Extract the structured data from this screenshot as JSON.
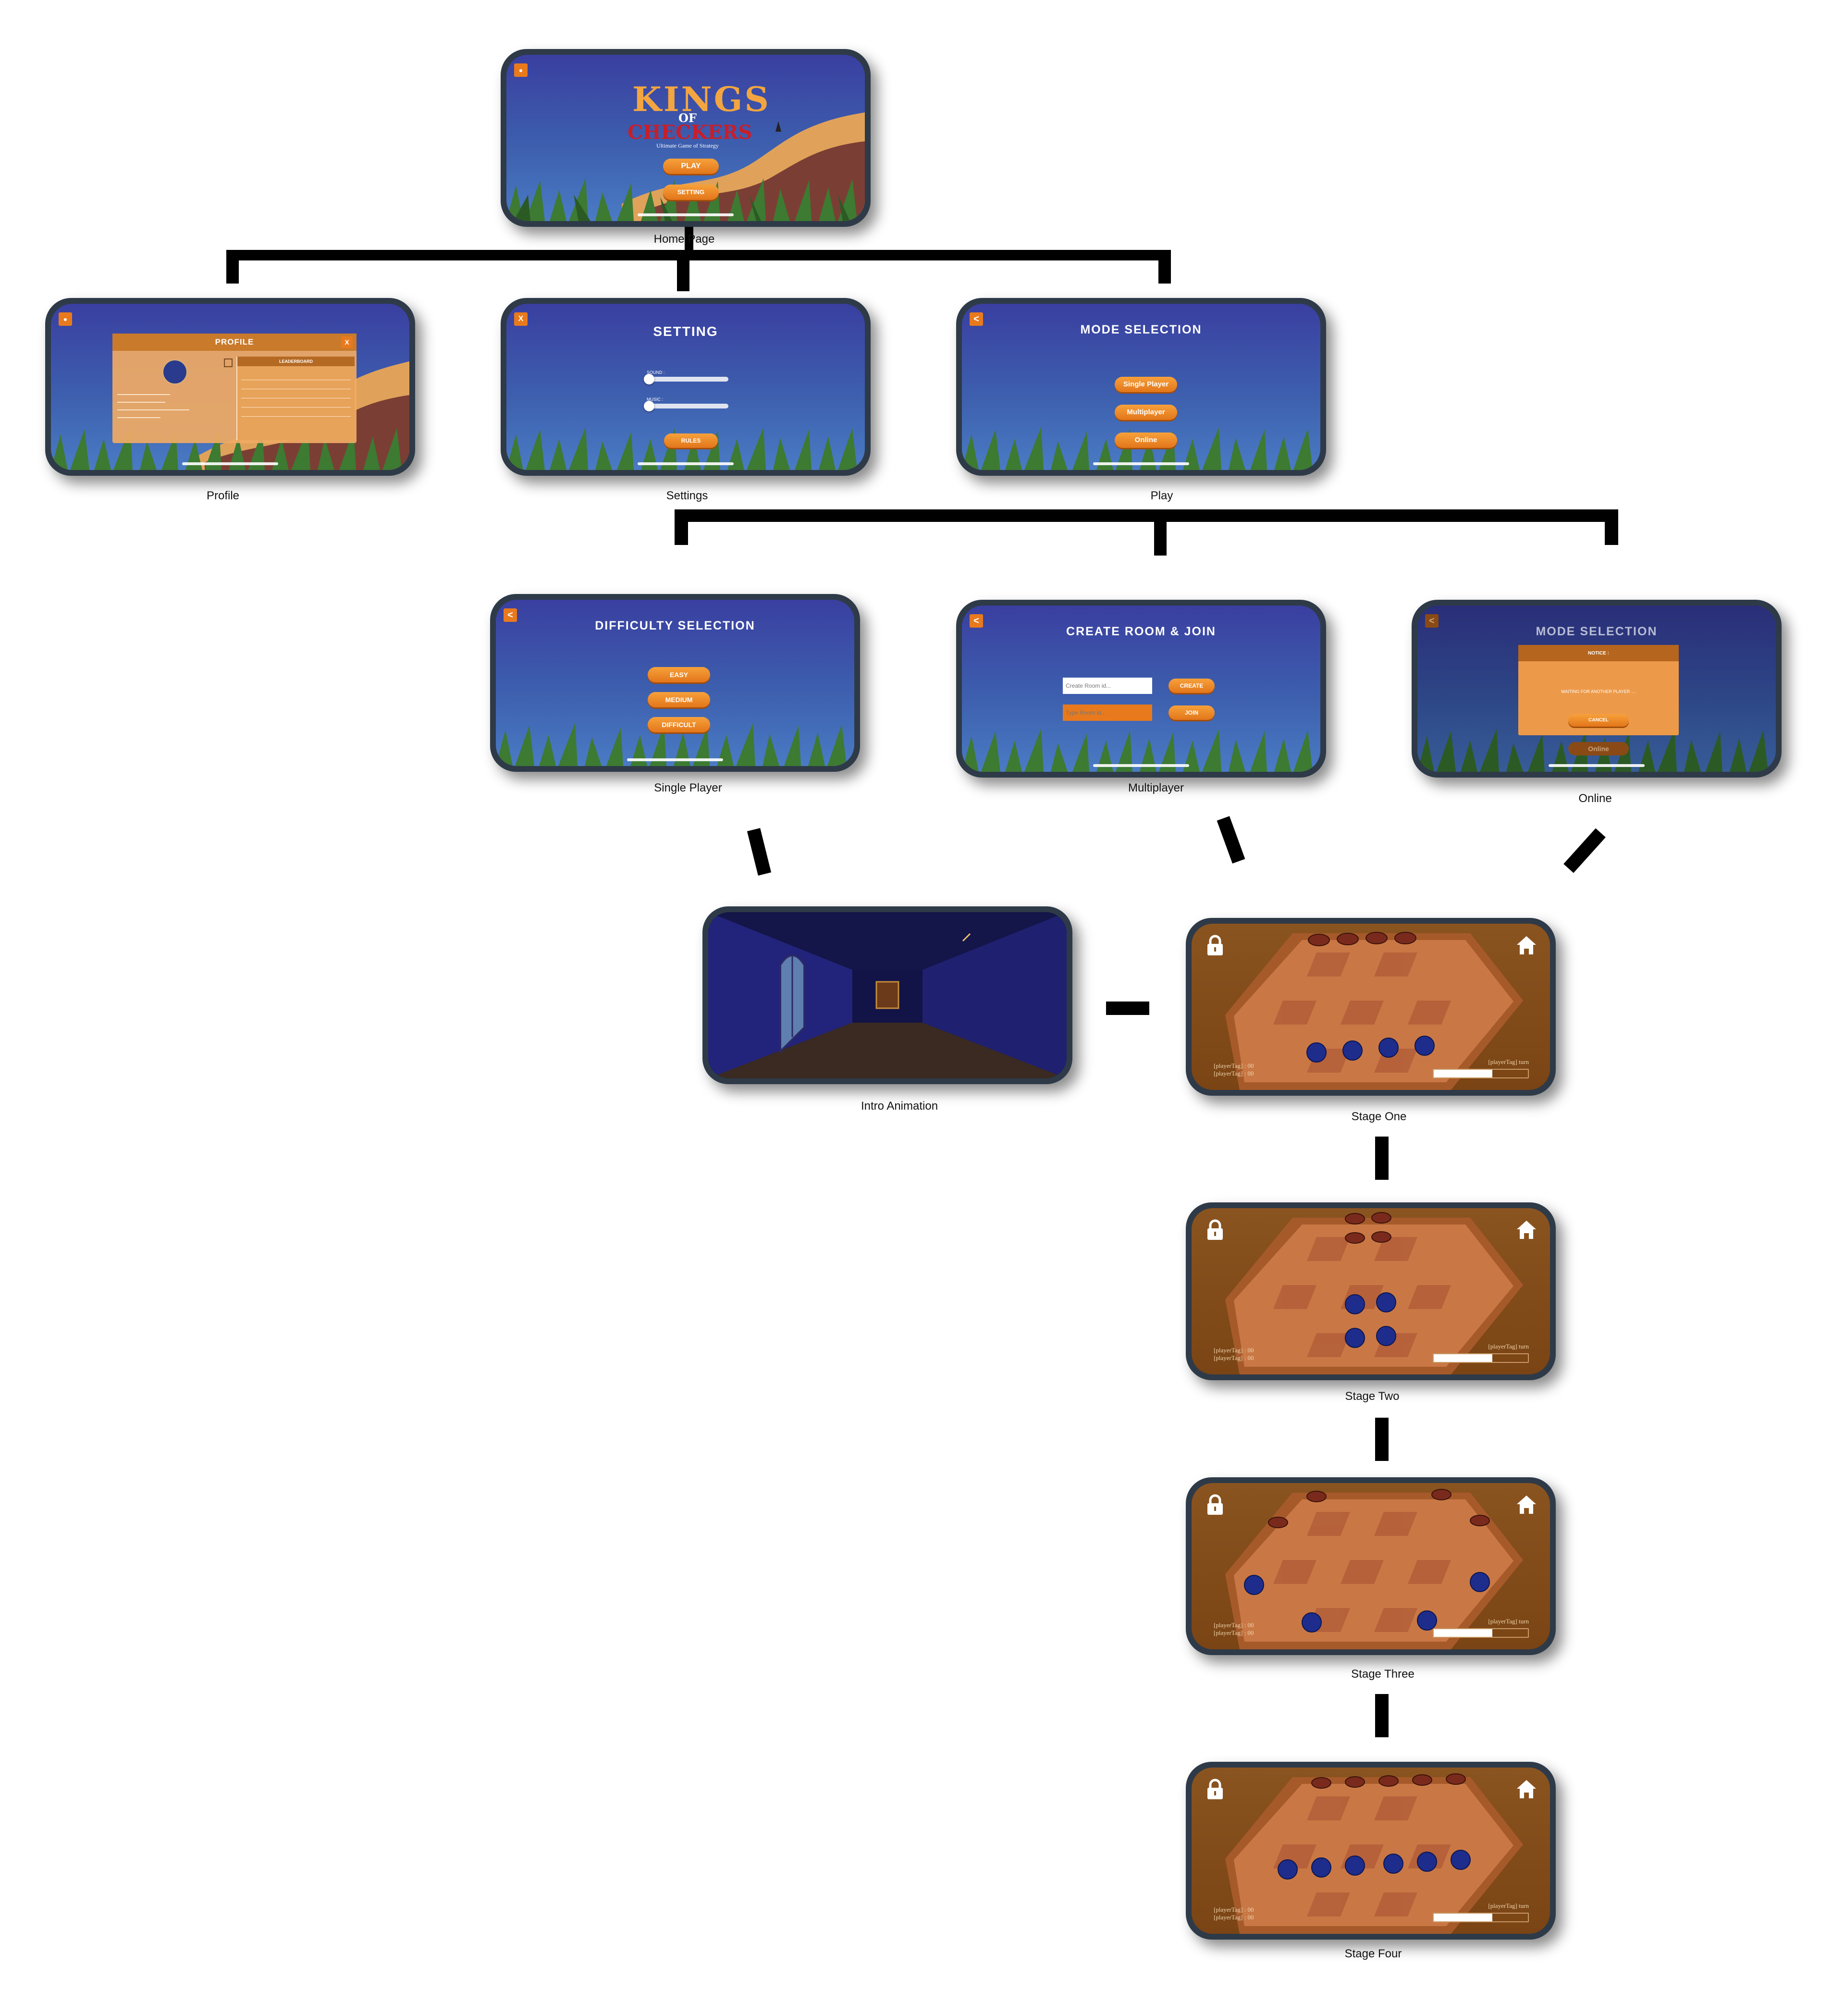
{
  "screens": {
    "home": {
      "caption": "Home Page",
      "logo_line1": "KINGS",
      "logo_line2": "OF",
      "logo_line3": "CHECKERS",
      "tagline": "Ultimate Game of Strategy",
      "play_label": "PLAY",
      "setting_label": "SETTING"
    },
    "profile": {
      "caption": "Profile",
      "title": "PROFILE",
      "close_label": "X",
      "leaderboard_label": "LEADERBOARD"
    },
    "settings": {
      "caption": "Settings",
      "title": "SETTING",
      "close_label": "X",
      "sound_label": "SOUND :",
      "music_label": "MUSIC :",
      "rules_label": "RULES"
    },
    "play": {
      "caption": "Play",
      "title": "MODE SELECTION",
      "back_label": "<",
      "single_label": "Single Player",
      "multi_label": "Multiplayer",
      "online_label": "Online"
    },
    "single": {
      "caption": "Single Player",
      "title": "DIFFICULTY SELECTION",
      "back_label": "<",
      "easy_label": "EASY",
      "medium_label": "MEDIUM",
      "difficult_label": "DIFFICULT"
    },
    "multi": {
      "caption": "Multiplayer",
      "title": "CREATE ROOM & JOIN",
      "back_label": "<",
      "create_placeholder": "Create Room id...",
      "join_placeholder": "Type Room id...",
      "create_label": "CREATE",
      "join_label": "JOIN"
    },
    "online": {
      "caption": "Online",
      "title": "MODE SELECTION",
      "back_label": "<",
      "notice_title": "NOTICE :",
      "notice_text": "WAITING FOR ANOTHER PLAYER ....",
      "cancel_label": "CANCEL",
      "online_label": "Online"
    },
    "intro": {
      "caption": "Intro Animation"
    },
    "stage1": {
      "caption": "Stage One"
    },
    "stage2": {
      "caption": "Stage Two"
    },
    "stage3": {
      "caption": "Stage Three"
    },
    "stage4": {
      "caption": "Stage Four"
    }
  },
  "game_hud": {
    "score_line1": "[playerTag] : 00",
    "score_line2": "[playerTag] : 00",
    "turn_text": "[playerTag] turn",
    "timer_fill": 0.62
  },
  "colors": {
    "accent": "#e87a1d",
    "sky": "#3a3fa0",
    "board": "#8a5420"
  }
}
